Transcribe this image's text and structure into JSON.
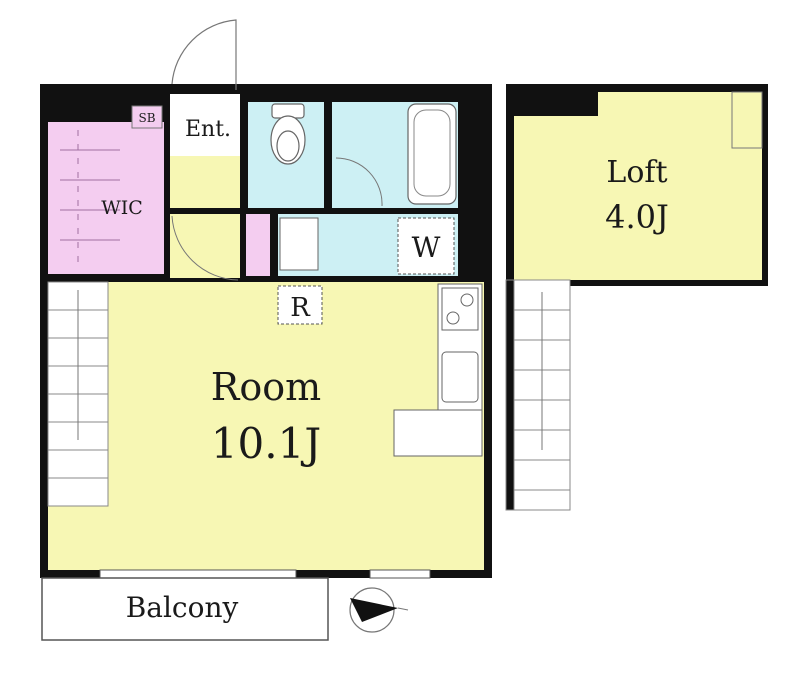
{
  "rooms": {
    "entrance": "Ent.",
    "shoe_box": "SB",
    "wic": "WIC",
    "washer": "W",
    "refrigerator": "R",
    "room_name": "Room",
    "room_size": "10.1J",
    "loft_name": "Loft",
    "loft_size": "4.0J",
    "balcony": "Balcony"
  },
  "colors": {
    "wall": "#111111",
    "room_floor": "#f7f7b4",
    "wic_floor": "#f4cdf0",
    "wet_area": "#cdf0f4",
    "entrance_floor": "#ffffff",
    "line": "#555555"
  },
  "compass": {
    "icon": "compass-icon",
    "pointing": "east"
  }
}
